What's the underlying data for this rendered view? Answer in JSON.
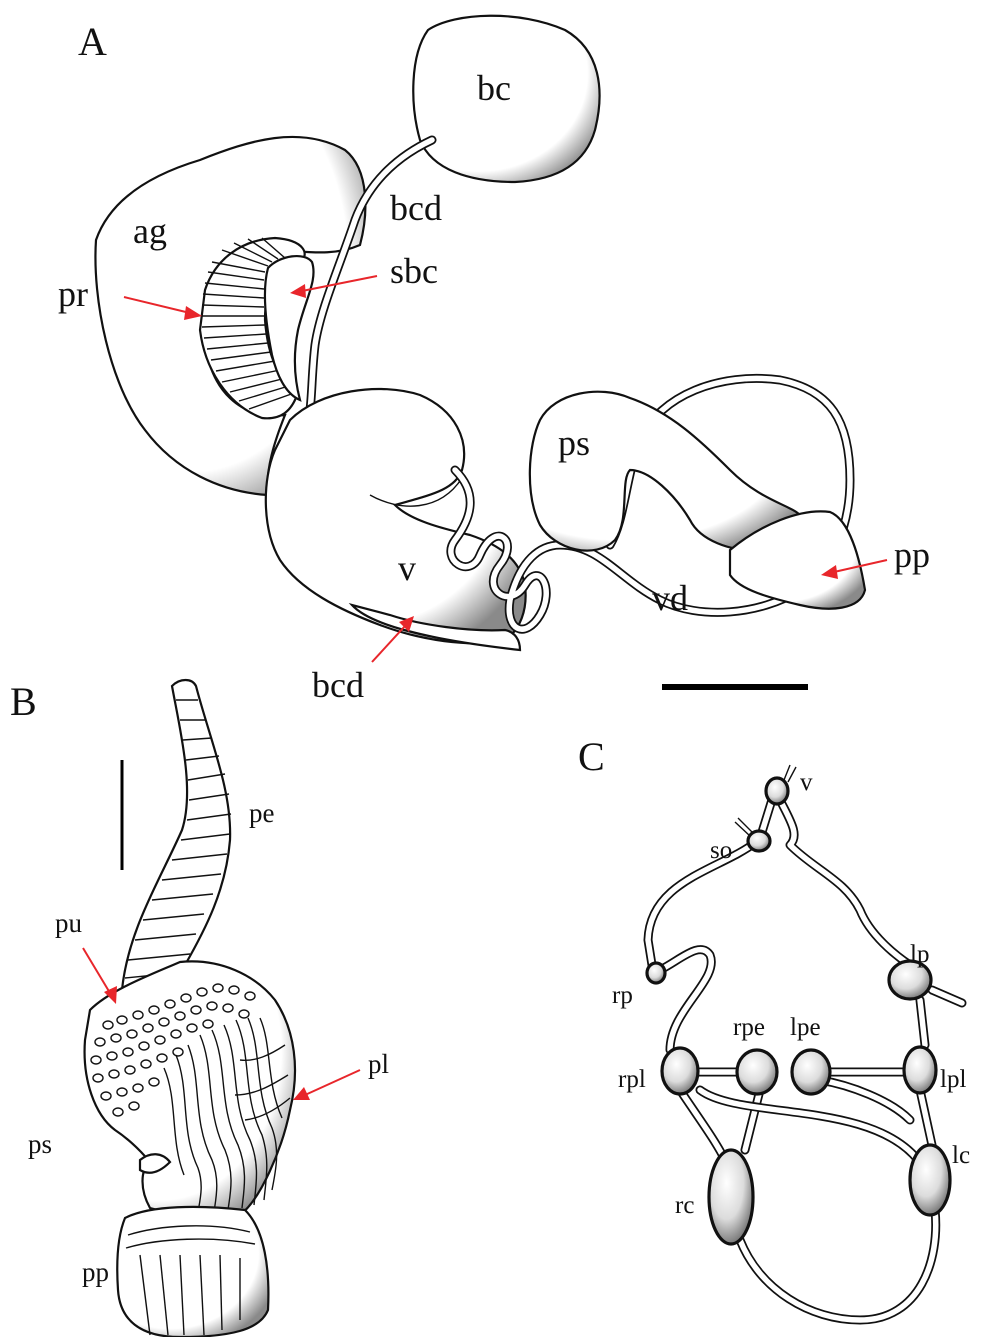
{
  "panels": {
    "a": "A",
    "b": "B",
    "c": "C"
  },
  "panel_a": {
    "bc": "bc",
    "bcd_upper": "bcd",
    "ag": "ag",
    "sbc": "sbc",
    "pr": "pr",
    "ps": "ps",
    "v": "v",
    "vd": "vd",
    "pp": "pp",
    "bcd_lower": "bcd"
  },
  "panel_b": {
    "pe": "pe",
    "pu": "pu",
    "pl": "pl",
    "ps": "ps",
    "pp": "pp"
  },
  "panel_c": {
    "v": "v",
    "so": "so",
    "rp": "rp",
    "lp": "lp",
    "rpe": "rpe",
    "lpe": "lpe",
    "rpl": "rpl",
    "lpl": "lpl",
    "rc": "rc",
    "lc": "lc"
  },
  "colors": {
    "arrow": "#e8262b",
    "line": "#111111"
  }
}
